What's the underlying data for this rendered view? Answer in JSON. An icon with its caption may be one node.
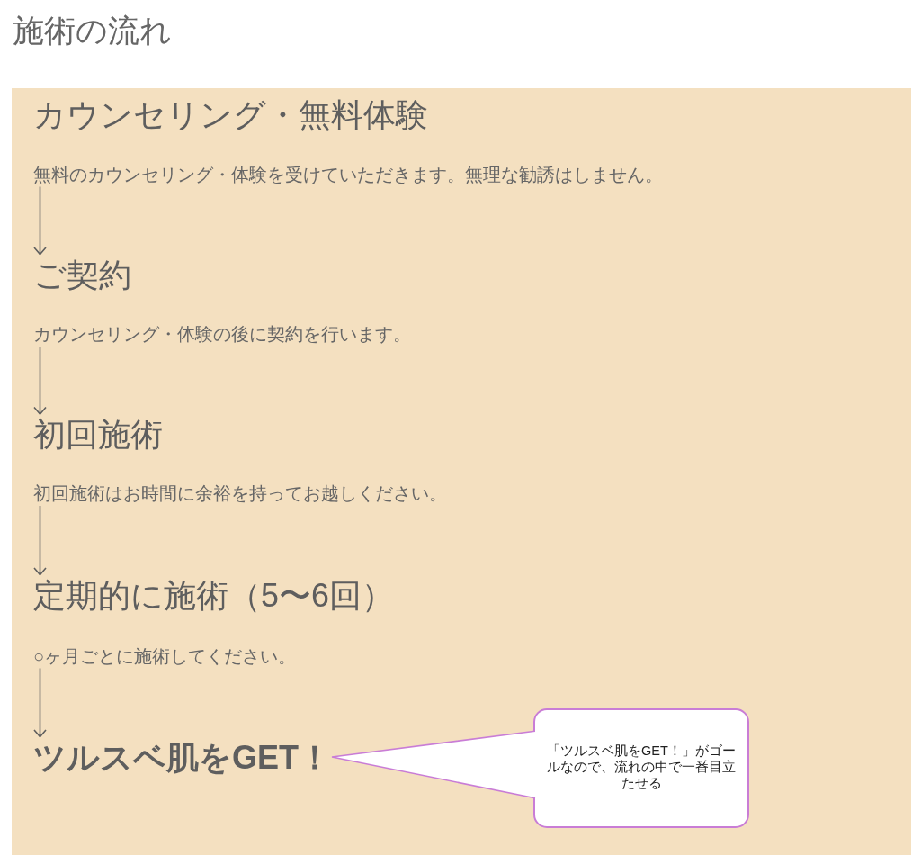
{
  "diagram": {
    "title": "施術の流れ",
    "nodes": [
      {
        "text": [],
        "shape": "box"
      },
      {
        "text": [
          "カウンセリング・無料体験",
          "無料のカウンセリング・体験を受けていただきます。無理な勧誘はしません。"
        ],
        "in": 0
      },
      {
        "text": [
          "ご契約",
          "カウンセリング・体験の後に契約を行います。"
        ],
        "in": 0
      },
      {
        "text": [
          "初回施術",
          "初回施術はお時間に余裕を持ってお越しください。"
        ],
        "in": 0
      },
      {
        "text": [
          "定期的に施術（5〜6回）",
          "○ヶ月ごとに施術してください。"
        ],
        "in": 0
      },
      {
        "text": [
          "ツルスベ肌をGET！"
        ],
        "in": 0
      },
      {
        "text": [
          "「ツルスベ肌をGET！」がゴールなので、流れの中で一番目立たせる"
        ],
        "in": 0
      }
    ],
    "edges": [
      {
        "from": 1,
        "to": 2,
        "arrow": "to"
      },
      {
        "from": 2,
        "to": 3,
        "arrow": "to"
      },
      {
        "from": 3,
        "to": 4,
        "arrow": "to"
      },
      {
        "from": 4,
        "to": 5,
        "arrow": "to"
      },
      {
        "from": 6,
        "to": 5,
        "arrow": "none",
        "color": "#c97dd6"
      }
    ]
  }
}
